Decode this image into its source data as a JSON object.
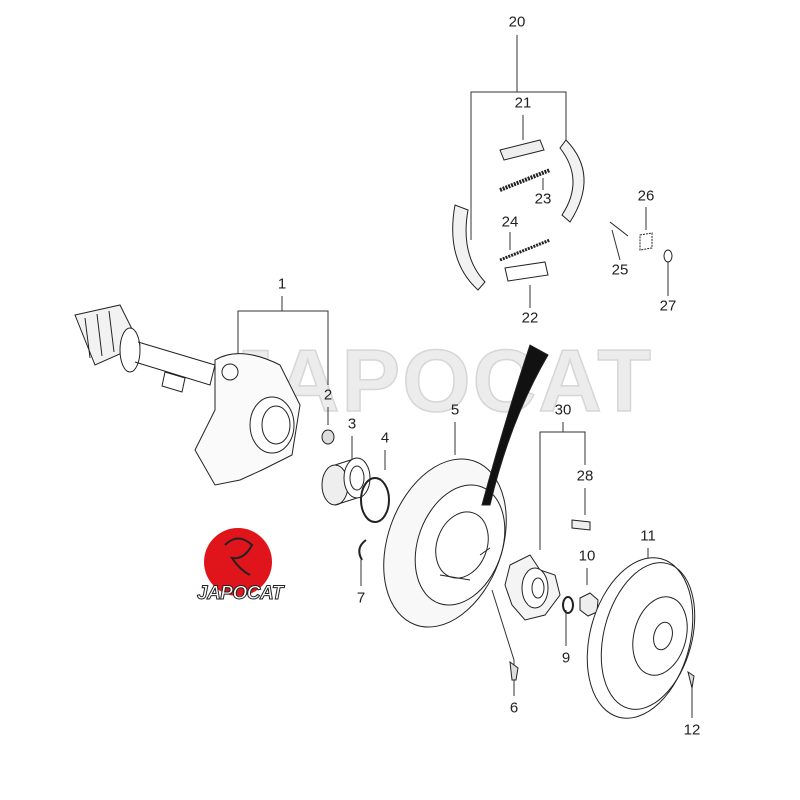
{
  "watermark": "JAPOCAT",
  "logo": {
    "text": "JAPOCAT",
    "color": "#e0141b"
  },
  "callouts": [
    {
      "id": "20",
      "label": "20"
    },
    {
      "id": "21",
      "label": "21"
    },
    {
      "id": "23",
      "label": "23"
    },
    {
      "id": "24",
      "label": "24"
    },
    {
      "id": "26",
      "label": "26"
    },
    {
      "id": "25",
      "label": "25"
    },
    {
      "id": "27",
      "label": "27"
    },
    {
      "id": "22",
      "label": "22"
    },
    {
      "id": "1",
      "label": "1"
    },
    {
      "id": "2",
      "label": "2"
    },
    {
      "id": "3",
      "label": "3"
    },
    {
      "id": "4",
      "label": "4"
    },
    {
      "id": "5",
      "label": "5"
    },
    {
      "id": "30",
      "label": "30"
    },
    {
      "id": "28",
      "label": "28"
    },
    {
      "id": "10",
      "label": "10"
    },
    {
      "id": "11",
      "label": "11"
    },
    {
      "id": "7",
      "label": "7"
    },
    {
      "id": "9",
      "label": "9"
    },
    {
      "id": "6",
      "label": "6"
    },
    {
      "id": "12",
      "label": "12"
    }
  ]
}
